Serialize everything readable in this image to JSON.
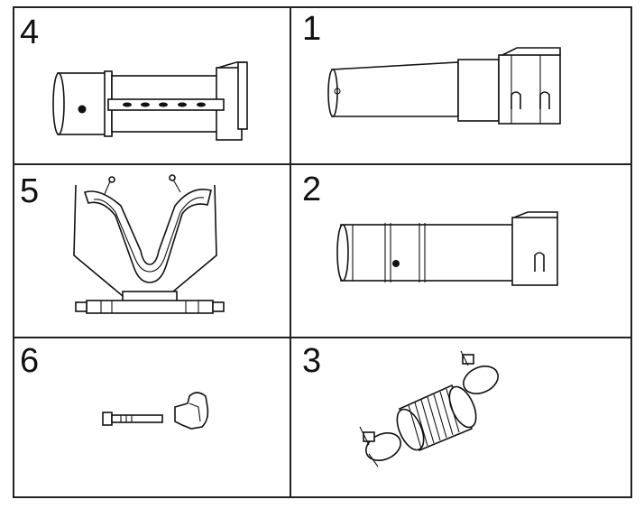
{
  "panels": [
    {
      "number": "4",
      "part": "upper-tube-with-rail"
    },
    {
      "number": "1",
      "part": "nozzle-tube"
    },
    {
      "number": "5",
      "part": "shoulder-strap-frame"
    },
    {
      "number": "2",
      "part": "middle-tube"
    },
    {
      "number": "6",
      "part": "bolt-and-knob"
    },
    {
      "number": "3",
      "part": "flex-hose-with-clamps"
    }
  ]
}
